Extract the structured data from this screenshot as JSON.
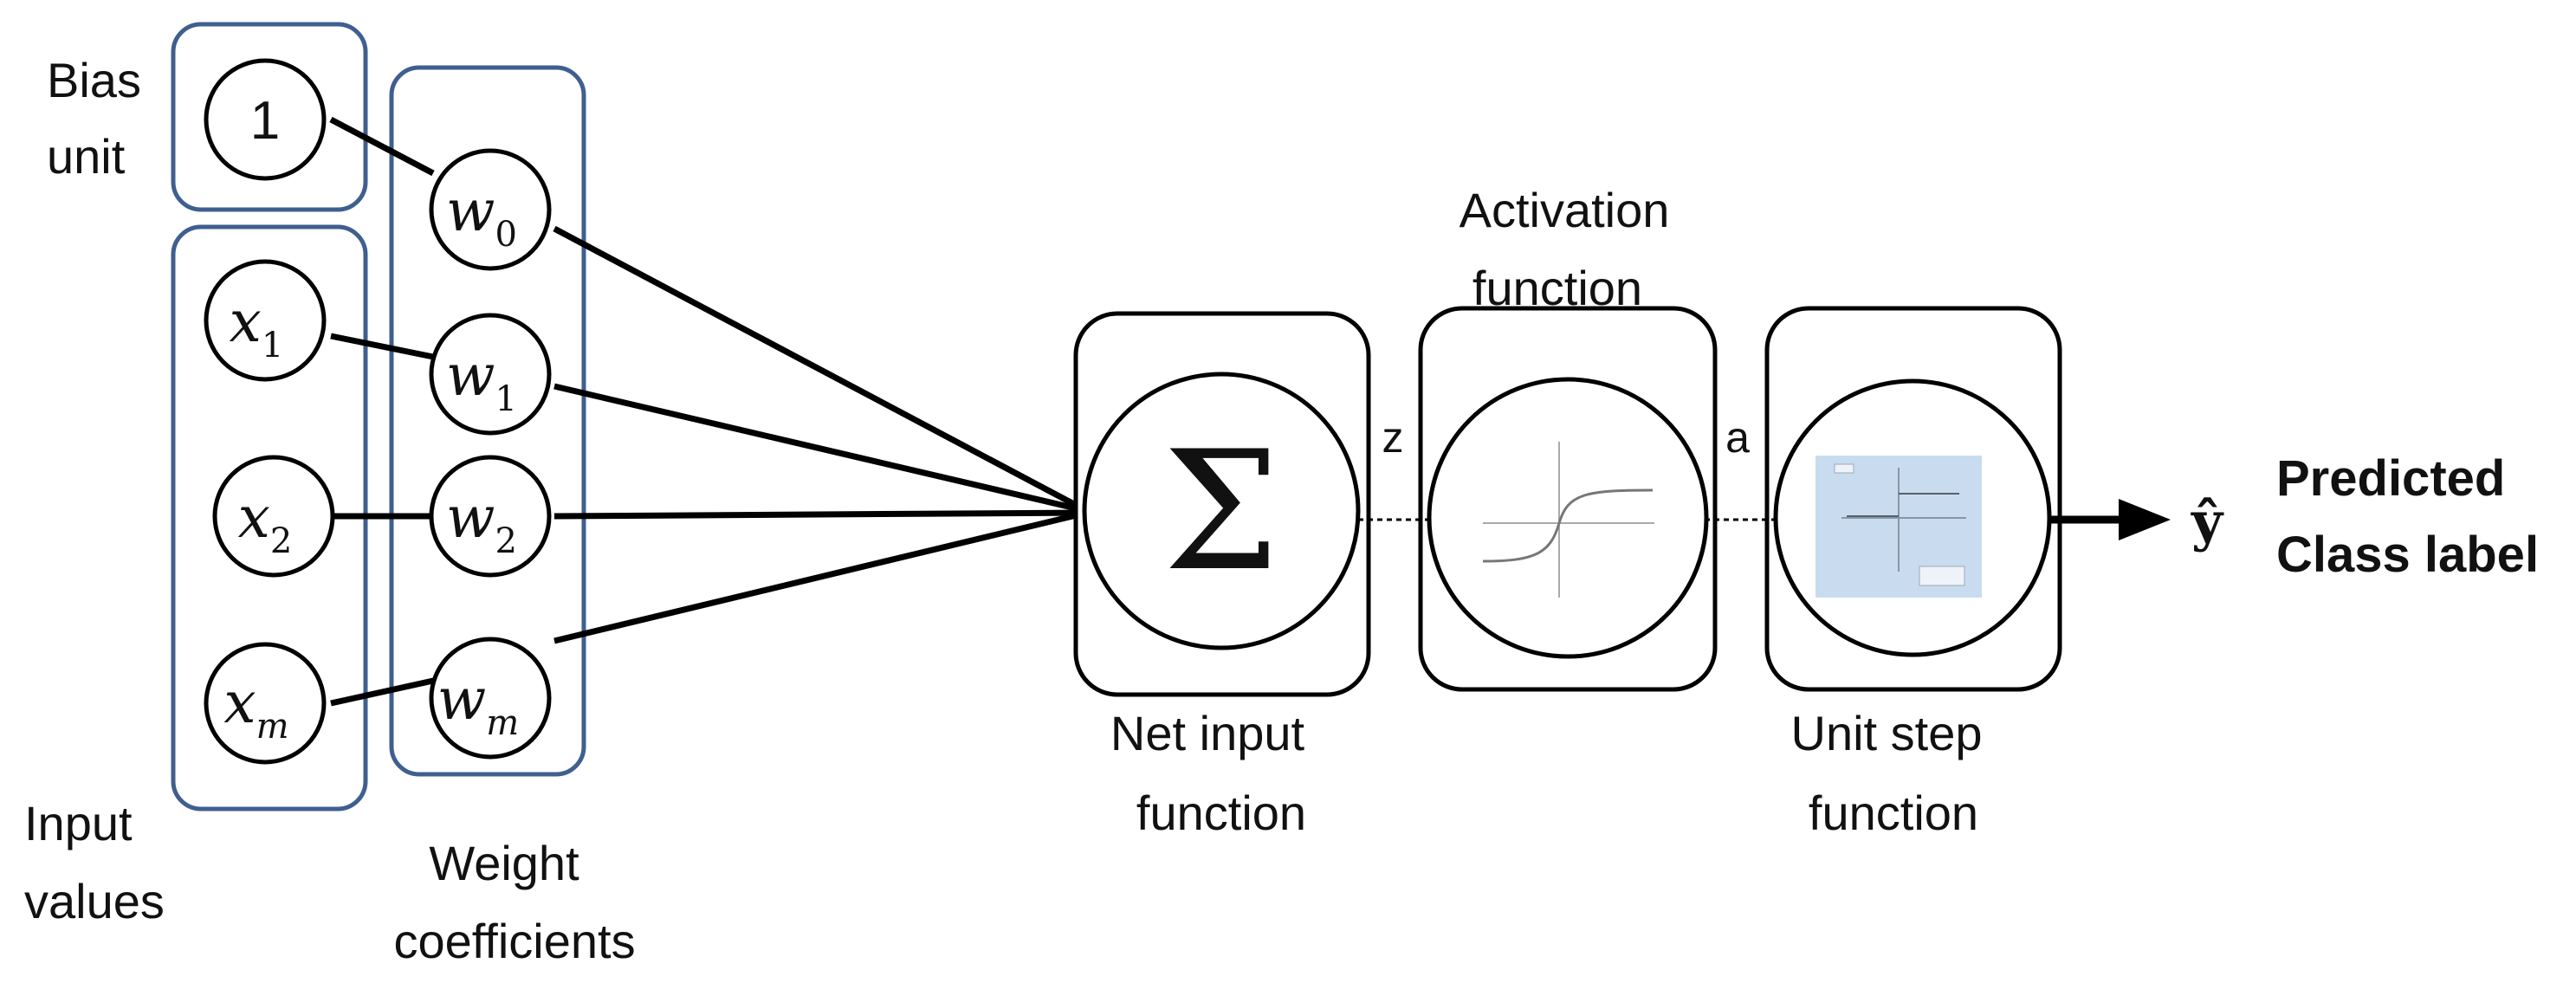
{
  "labels": {
    "bias_line1": "Bias",
    "bias_line2": "unit",
    "input_line1": "Input",
    "input_line2": "values",
    "weight_line1": "Weight",
    "weight_line2": "coefficients",
    "activation_line1": "Activation",
    "activation_line2": "function",
    "net_line1": "Net input",
    "net_line2": "function",
    "step_line1": "Unit step",
    "step_line2": "function",
    "predicted_line1": "Predicted",
    "predicted_line2": "Class label",
    "z": "z",
    "a": "a"
  },
  "nodes": {
    "bias_value": "1",
    "sum_symbol": "Σ",
    "output_symbol": "ŷ",
    "inputs": [
      {
        "base": "x",
        "sub": "1"
      },
      {
        "base": "x",
        "sub": "2"
      },
      {
        "base": "x",
        "sub": "m"
      }
    ],
    "weights": [
      {
        "base": "w",
        "sub": "0"
      },
      {
        "base": "w",
        "sub": "1"
      },
      {
        "base": "w",
        "sub": "2"
      },
      {
        "base": "w",
        "sub": "m"
      }
    ]
  },
  "colors": {
    "group_border": "#3f5f8f",
    "stroke": "#000000",
    "step_plot_bg": "#c9dcef"
  }
}
